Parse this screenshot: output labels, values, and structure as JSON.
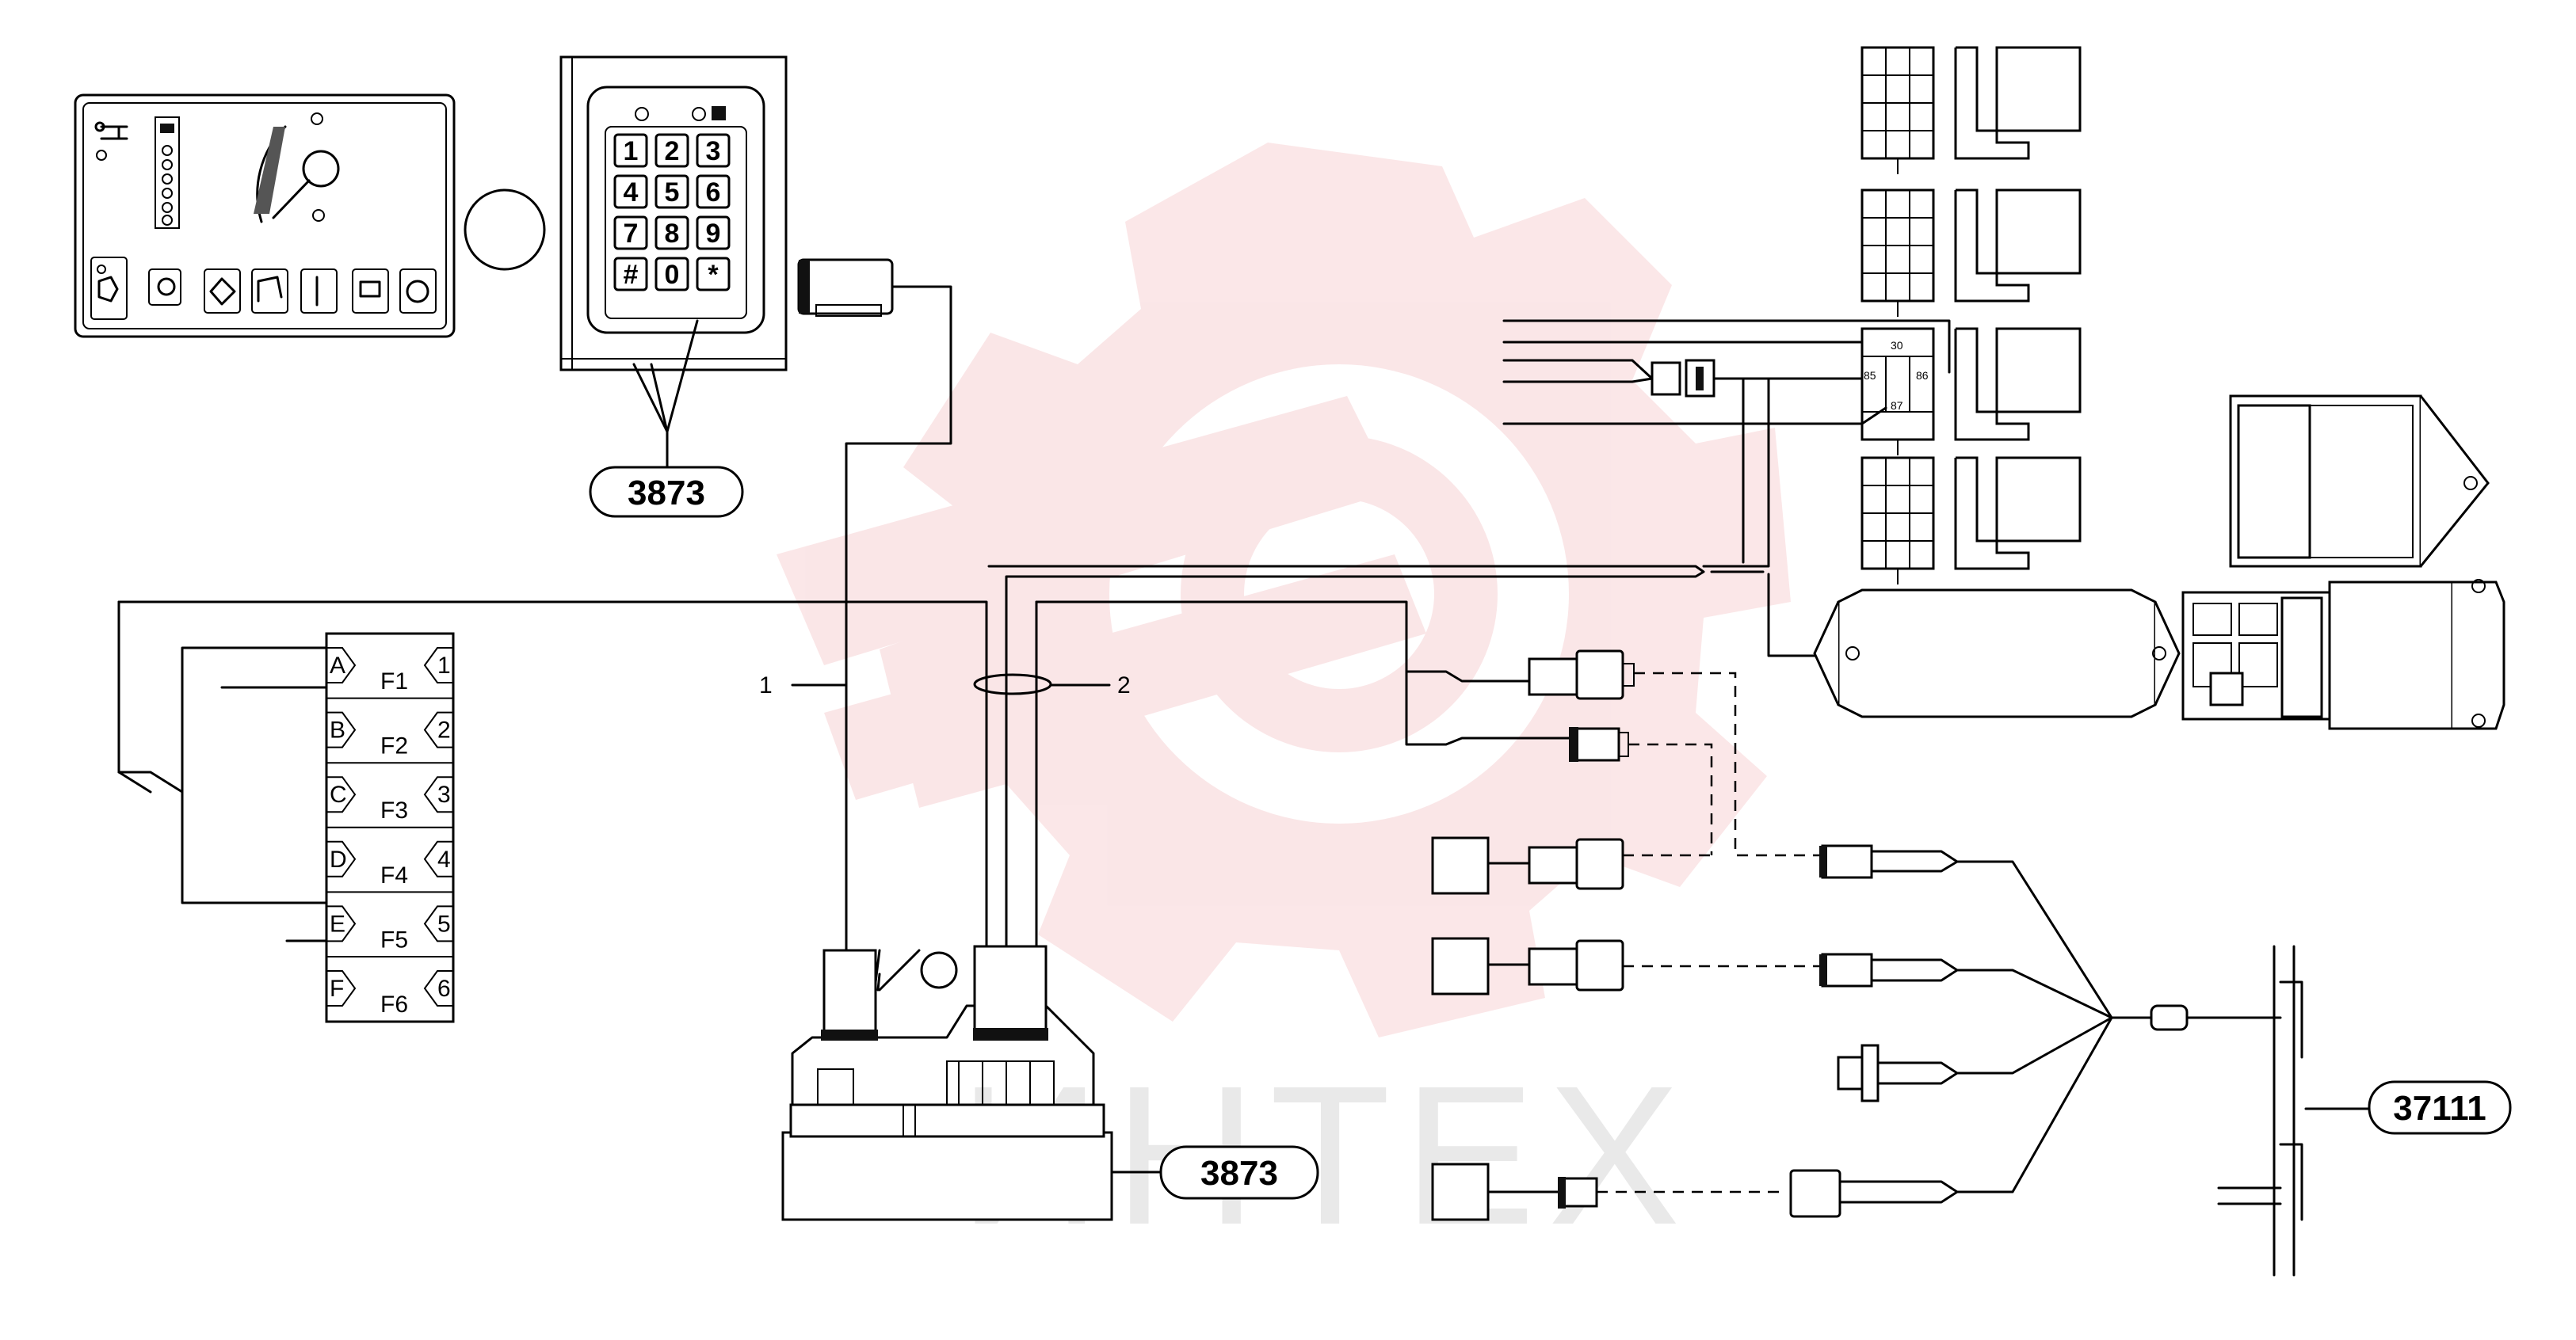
{
  "watermark": {
    "text": "ИНТЕХ",
    "logo_color": "#f3b9bd"
  },
  "callouts": {
    "keypad_part": "3873",
    "ecu_part": "3873",
    "splitter_part": "37111"
  },
  "wire_labels": {
    "wire1": "1",
    "wire2": "2"
  },
  "keypad": {
    "keys": [
      "1",
      "2",
      "3",
      "4",
      "5",
      "6",
      "7",
      "8",
      "9",
      "#",
      "0",
      "*"
    ]
  },
  "fuse_block": {
    "left_letters": [
      "A",
      "B",
      "C",
      "D",
      "E",
      "F"
    ],
    "fuse_names": [
      "F1",
      "F2",
      "F3",
      "F4",
      "F5",
      "F6"
    ],
    "right_numbers": [
      "1",
      "2",
      "3",
      "4",
      "5",
      "6"
    ]
  },
  "relay_pins": {
    "p30": "30",
    "p85": "85",
    "p86": "86",
    "p87": "87"
  }
}
